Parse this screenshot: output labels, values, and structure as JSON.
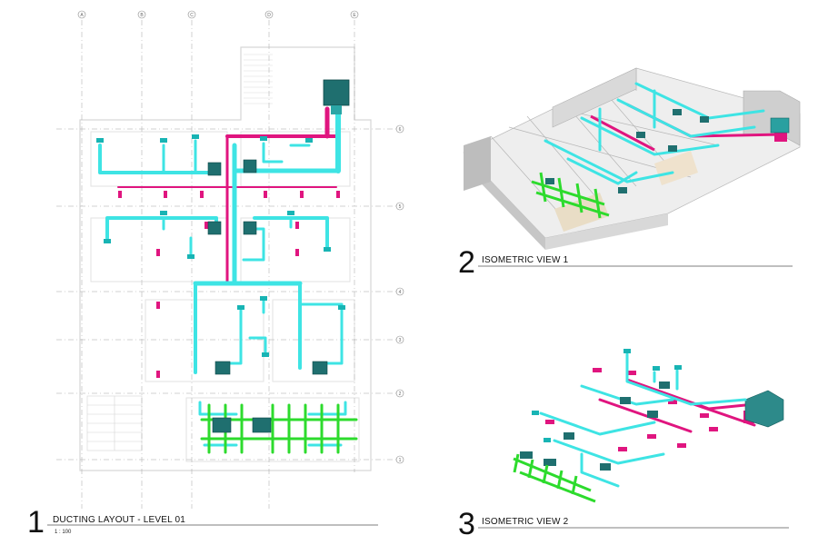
{
  "colors": {
    "supply": "#3ee4e4",
    "supply_dark": "#18b4b4",
    "exhaust": "#e0157f",
    "green": "#2ddb2d",
    "unit": "#1f6f6f",
    "wall": "#cfcfcf",
    "grid": "#9a9a9a"
  },
  "views": [
    {
      "number": "1",
      "title": "DUCTING LAYOUT - LEVEL 01",
      "scale": "1 : 100"
    },
    {
      "number": "2",
      "title": "ISOMETRIC VIEW 1"
    },
    {
      "number": "3",
      "title": "ISOMETRIC VIEW 2"
    }
  ],
  "grid": {
    "columns": [
      "A",
      "B",
      "C",
      "D",
      "E"
    ],
    "rows": [
      "6",
      "5",
      "4",
      "3",
      "2",
      "1"
    ]
  }
}
